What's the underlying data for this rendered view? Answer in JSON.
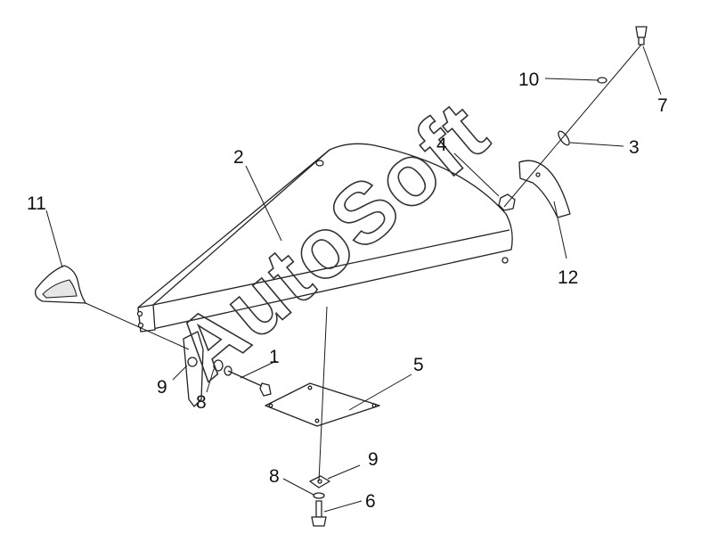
{
  "watermark": "AutoSoft",
  "callouts": {
    "c1": "1",
    "c2": "2",
    "c3": "3",
    "c4": "4",
    "c5": "5",
    "c6": "6",
    "c7": "7",
    "c8a": "8",
    "c8b": "8",
    "c9a": "9",
    "c9b": "9",
    "c10": "10",
    "c11": "11",
    "c12": "12"
  }
}
